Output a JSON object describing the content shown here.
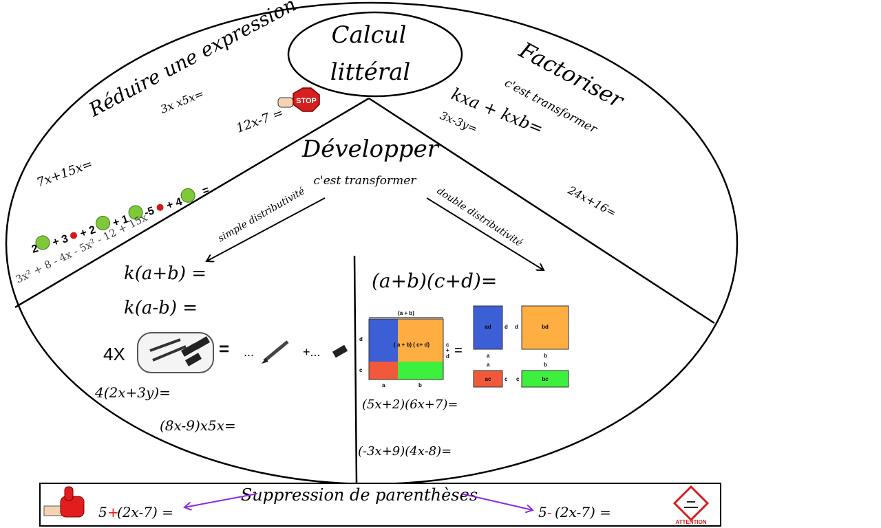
{
  "center_title": {
    "line1": "Calcul",
    "line2": "littéral"
  },
  "reduce": {
    "title": "Réduire une expression",
    "ex1": "3x x5x=",
    "ex2": "12x-7 =",
    "ex3": "7x+15x=",
    "fruit_expr": {
      "c1": "2",
      "op1": "+ 3",
      "op2": "+ 2",
      "op3": "+ 1",
      "op4": "-5",
      "op5": "+ 4",
      "eq": "="
    },
    "poly": "3x² + 8 - 4x - 5x² - 12 + 15x",
    "stop_label": "STOP"
  },
  "factor": {
    "title": "Factoriser",
    "subtitle": "c'est transformer",
    "formula": "kxa + kxb=",
    "ex1": "3x-3y=",
    "ex2": "24x+16="
  },
  "develop": {
    "title": "Développer",
    "subtitle": "c'est transformer",
    "simple_label": "simple distributivité",
    "double_label": "double distributivité"
  },
  "simple": {
    "f1": "k(a+b) =",
    "f2": "k(a-b) =",
    "pencil_prefix": "4X",
    "pencil_eq": "=",
    "pencil_dots1": "...",
    "pencil_plus": "+...",
    "ex1": "4(2x+3y)=",
    "ex2": "(8x-9)x5x="
  },
  "double": {
    "formula": "(a+b)(c+d)=",
    "area": {
      "top_label": "(a + b)",
      "center_label": "( a + b) ( c+ d)",
      "side_d": "d",
      "side_c": "c",
      "bottom_a": "a",
      "bottom_b": "b",
      "right_c": "c",
      "right_plus": "+",
      "right_d": "d",
      "equals": "="
    },
    "parts": {
      "ad": "ad",
      "bd": "bd",
      "ac": "ac",
      "bc": "bc",
      "a": "a",
      "b": "b",
      "c": "c",
      "d": "d"
    },
    "colors": {
      "blue": "#3c5fd6",
      "orange": "#ffae42",
      "red": "#f05a3a",
      "green": "#3ef03e"
    },
    "ex1": "(5x+2)(6x+7)=",
    "ex2": "(-3x+9)(4x-8)="
  },
  "bottom": {
    "title": "Suppression de parenthèses",
    "left_expr_pre": "5",
    "left_sign": "+",
    "left_expr_post": "(2x-7) =",
    "right_expr_pre": "5",
    "right_sign": "-",
    "right_expr_post": "(2x-7) =",
    "attention": "ATTENTION",
    "arrow_color": "#8a2be2"
  }
}
